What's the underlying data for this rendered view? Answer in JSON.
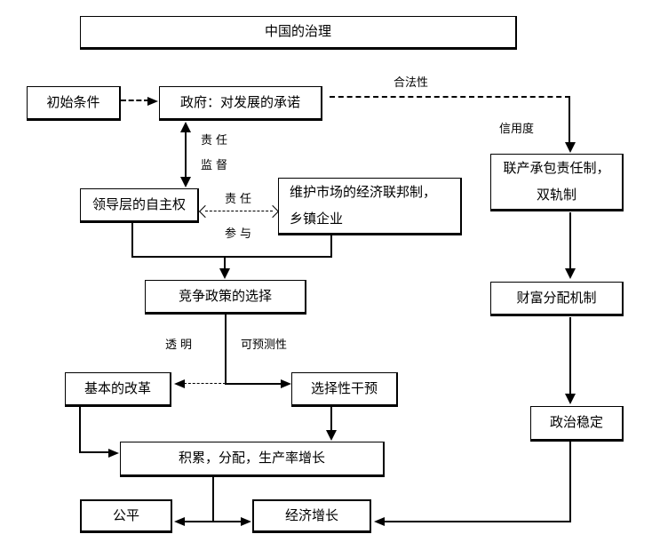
{
  "diagram": {
    "title": "中国的治理",
    "nodes": {
      "initial_conditions": "初始条件",
      "government": "政府：对发展的承诺",
      "household_line1": "联产承包责任制，",
      "household_line2": "双轨制",
      "leadership_autonomy": "领导层的自主权",
      "federalism_line1": "维护市场的经济联邦制，",
      "federalism_line2": "乡镇企业",
      "competition_policy": "竞争政策的选择",
      "wealth_distribution": "财富分配机制",
      "basic_reform": "基本的改革",
      "selective_intervention": "选择性干预",
      "political_stability": "政治稳定",
      "accumulation": "积累，分配，生产率增长",
      "equity": "公平",
      "economic_growth": "经济增长"
    },
    "edge_labels": {
      "legitimacy": "合法性",
      "credibility": "信用度",
      "responsibility_top": "责任",
      "supervision": "监督",
      "responsibility_mid": "责任",
      "participation": "参与",
      "transparency": "透明",
      "predictability": "可预测性"
    },
    "colors": {
      "line": "#000000",
      "background": "#ffffff"
    }
  }
}
